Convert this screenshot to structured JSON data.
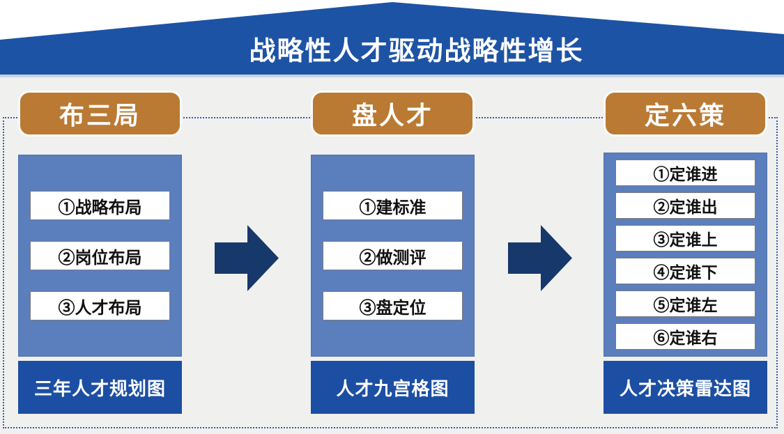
{
  "banner": {
    "title": "战略性人才驱动战略性增长"
  },
  "columns": [
    {
      "header": "布三局",
      "items": [
        "①战略布局",
        "②岗位布局",
        "③人才布局"
      ],
      "footer": "三年人才规划图"
    },
    {
      "header": "盘人才",
      "items": [
        "①建标准",
        "②做测评",
        "③盘定位"
      ],
      "footer": "人才九宫格图"
    },
    {
      "header": "定六策",
      "items": [
        "①定谁进",
        "②定谁出",
        "③定谁上",
        "④定谁下",
        "⑤定谁左",
        "⑥定谁右"
      ],
      "footer": "人才决策雷达图"
    }
  ],
  "arrows": [
    {
      "icon": "right-arrow-icon"
    },
    {
      "icon": "right-arrow-icon"
    }
  ],
  "colors": {
    "banner_blue": "#1D53A5",
    "banner_shadow_strip": "#C3D2E8",
    "header_orange": "#BA7A33",
    "header_border_white": "#FBFBF9",
    "panel_blue": "#5B7EBD",
    "item_border_gray": "#7A7A7A",
    "footer_blue": "#1C4FA3",
    "arrow_navy": "#17386B",
    "dashed_border_blue": "#2E5FA6",
    "background_gray": "#F0F0EF",
    "title_text_white": "#FFFFFF",
    "item_text_black": "#111111"
  }
}
